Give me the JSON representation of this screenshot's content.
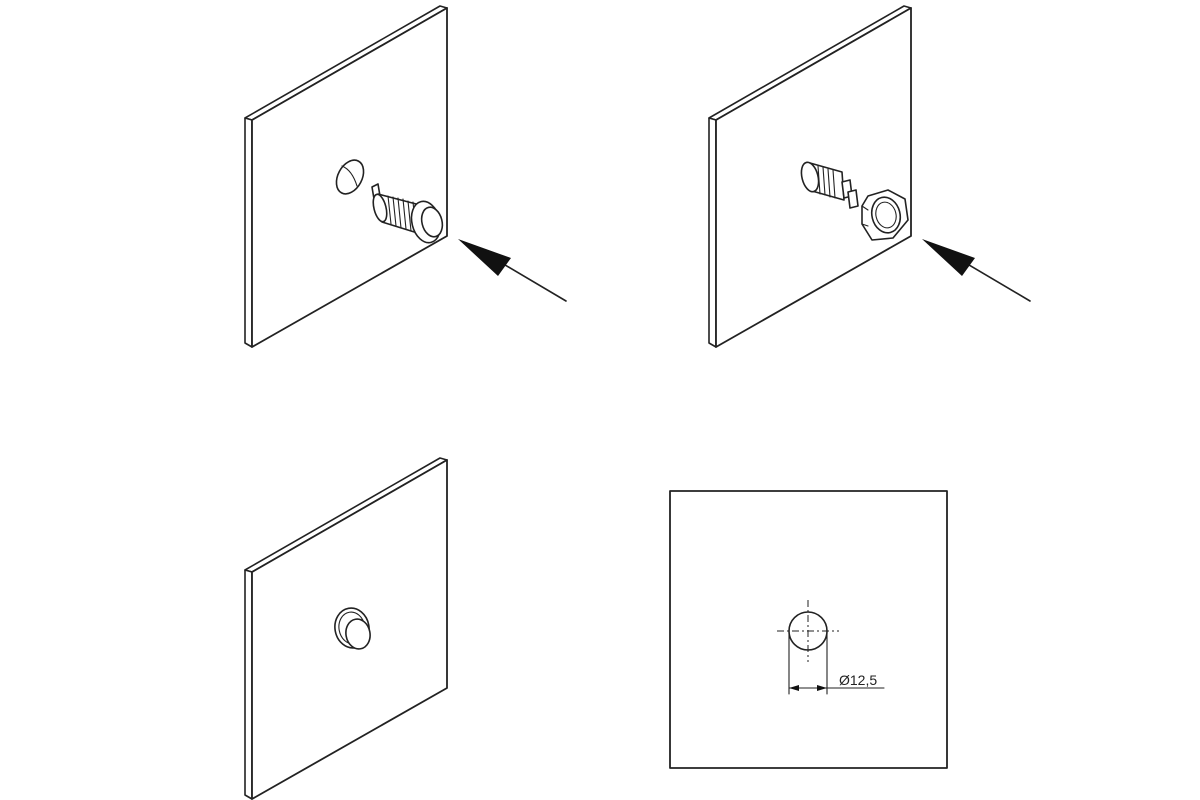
{
  "diagram": {
    "steps": [
      {
        "name": "insert-switch-into-panel"
      },
      {
        "name": "attach-nut-from-front"
      },
      {
        "name": "mounted-switch"
      },
      {
        "name": "panel-cutout-drawing"
      }
    ],
    "cutout": {
      "diameter_label": "Ø12,5",
      "diameter_mm": 12.5
    },
    "colors": {
      "line": "#222222",
      "background": "#ffffff"
    }
  }
}
